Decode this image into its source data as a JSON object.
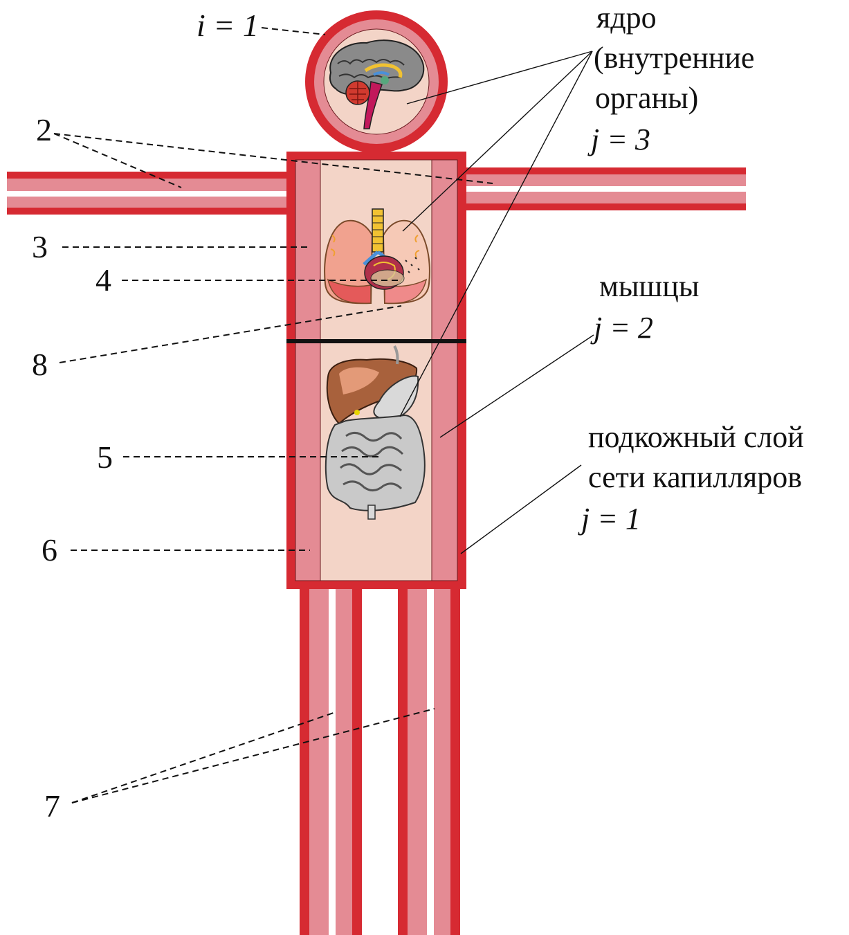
{
  "colors": {
    "skin": "#d62a32",
    "muscle": "#e48b94",
    "core": "#f3d4c7",
    "white": "#ffffff",
    "outline": "#6b1b20",
    "septum": "#111111"
  },
  "head": {
    "index_label": "i = 1",
    "icon": "brain-icon"
  },
  "labels": {
    "n2": "2",
    "n3": "3",
    "n4": "4",
    "n5": "5",
    "n6": "6",
    "n7": "7",
    "n8": "8"
  },
  "core_caption": {
    "line1": "ядро",
    "line2": "(внутренние",
    "line3": "органы)",
    "index": "j = 3"
  },
  "muscle_caption": {
    "line1": "мышцы",
    "index": "j = 2"
  },
  "skin_caption": {
    "line1": "подкожный слой",
    "line2": "сети капилляров",
    "index": "j = 1"
  },
  "organs": {
    "thorax_icon": "lungs-heart-icon",
    "abdomen_icon": "digestive-organs-icon"
  }
}
